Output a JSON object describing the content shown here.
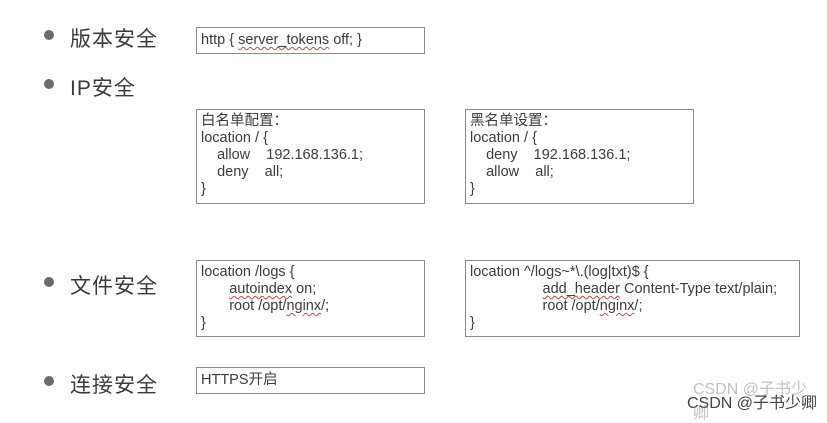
{
  "sections": [
    {
      "heading": "版本安全"
    },
    {
      "heading": "IP安全"
    },
    {
      "heading": "文件安全"
    },
    {
      "heading": "连接安全"
    }
  ],
  "version_box": {
    "prefix": "http { ",
    "token": "server_tokens",
    "suffix": " off; }"
  },
  "whitelist_box": {
    "title": "白名单配置：",
    "line1": "location / {",
    "line2": "    allow    192.168.136.1;",
    "line3": "    deny    all;",
    "line4": "}"
  },
  "blacklist_box": {
    "title": "黑名单设置：",
    "line1": "location / {",
    "line2": "    deny    192.168.136.1;",
    "line3": "    allow    all;",
    "line4": "}"
  },
  "logs_box": {
    "line1": "location /logs {",
    "line2_indent": "       ",
    "line2_token": "autoindex",
    "line2_rest": " on;",
    "line3_prefix": "       root /opt/",
    "line3_token": "nginx",
    "line3_suffix": "/;",
    "line4": "}"
  },
  "regex_box": {
    "line1": "location ^/logs~*\\.(log|txt)$ {",
    "line2_indent": "                  ",
    "line2_token": "add_header",
    "line2_rest": " Content-Type text/plain;",
    "line3_prefix": "                  root /opt/",
    "line3_token": "nginx",
    "line3_suffix": "/;",
    "line4": "}"
  },
  "https_box": {
    "text": "HTTPS开启"
  },
  "watermark": {
    "text": "CSDN @子书少卿"
  }
}
